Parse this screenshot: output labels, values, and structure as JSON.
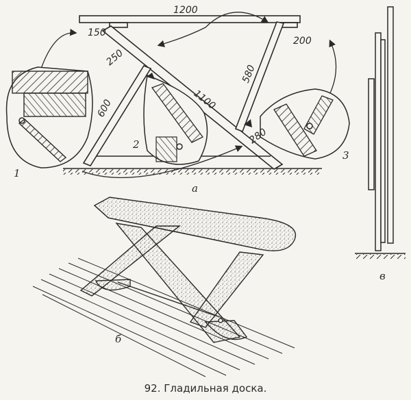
{
  "dimensions": {
    "d1200": "1200",
    "d150": "150",
    "d250": "250",
    "d200": "200",
    "d580": "580",
    "d1100": "1100",
    "d600": "600",
    "d280": "280"
  },
  "labels": {
    "detail1": "1",
    "detail2": "2",
    "detail3": "3",
    "view_a": "а",
    "view_b": "б",
    "view_v": "в"
  },
  "caption": "92. Гладильная доска.",
  "colors": {
    "ink": "#2a2a2a",
    "paper": "#f6f4ef"
  }
}
